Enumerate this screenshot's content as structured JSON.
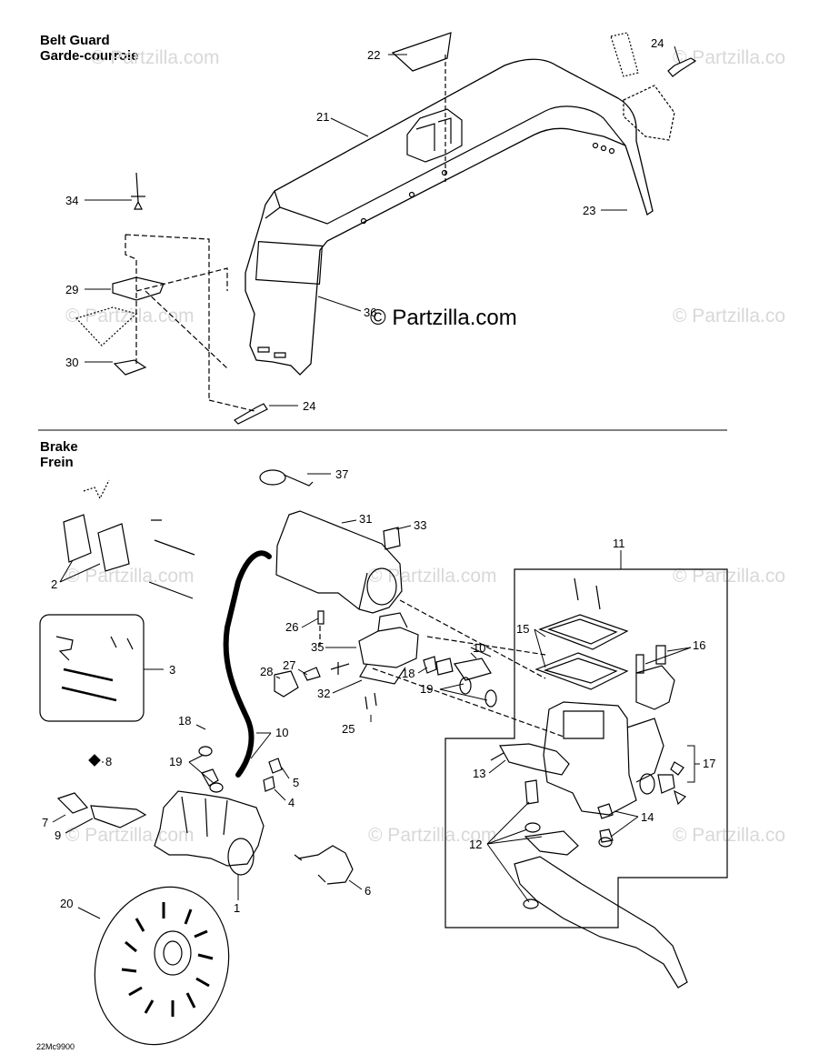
{
  "sections": {
    "belt_guard": {
      "title_en": "Belt Guard",
      "title_fr": "Garde-courroie"
    },
    "brake": {
      "title_en": "Brake",
      "title_fr": "Frein"
    }
  },
  "watermark": {
    "main": "© Partzilla.com",
    "repeat": "© Partzilla.com",
    "repeat_cut": "© Partzilla.co"
  },
  "callouts": {
    "c21": "21",
    "c22": "22",
    "c23": "23",
    "c24a": "24",
    "c24b": "24",
    "c29": "29",
    "c30": "30",
    "c34": "34",
    "c36": "36",
    "c37": "37",
    "c31": "31",
    "c33": "33",
    "c11": "11",
    "c2": "2",
    "c3": "3",
    "c26": "26",
    "c35": "35",
    "c27": "27",
    "c28": "28",
    "c32": "32",
    "c25": "25",
    "c18a": "18",
    "c10a": "10",
    "c19a": "19",
    "c18b": "18",
    "c19b": "19",
    "c10b": "10",
    "c15": "15",
    "c16": "16",
    "c17": "17",
    "c13": "13",
    "c14": "14",
    "c12": "12",
    "c8": "8",
    "c7": "7",
    "c9": "9",
    "c5": "5",
    "c4": "4",
    "c6": "6",
    "c1": "1",
    "c20": "20"
  },
  "drawing_code": "22Mc9900"
}
